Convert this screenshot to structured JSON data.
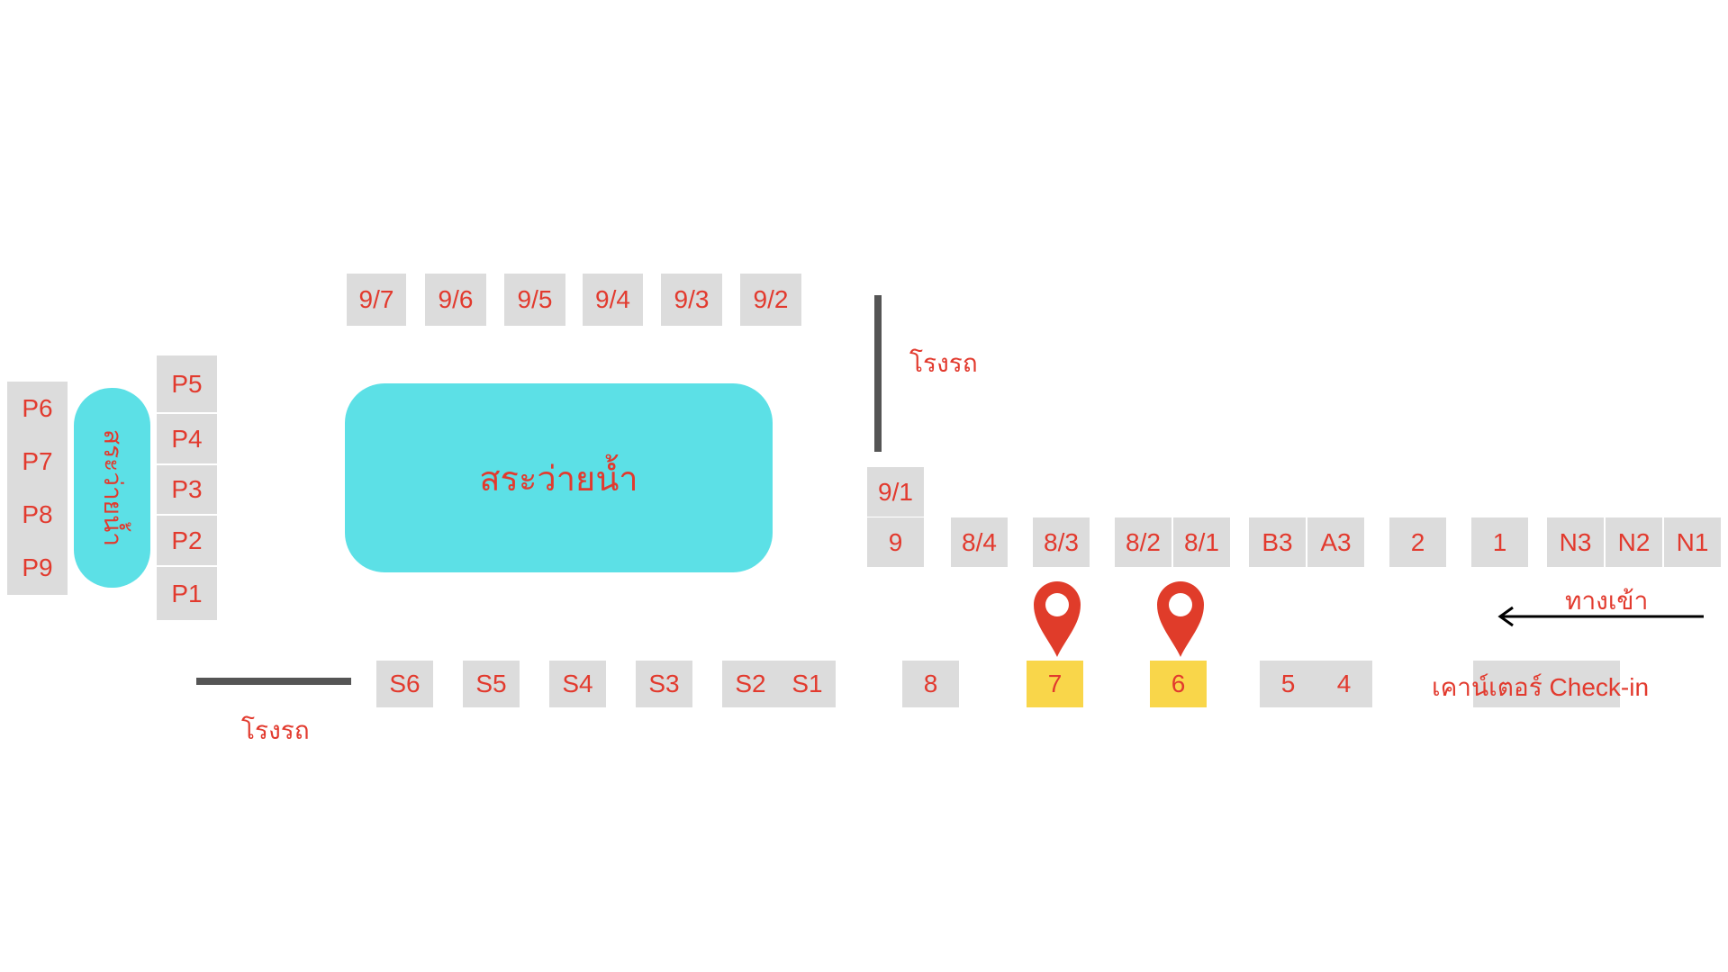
{
  "colors": {
    "unit": "#dcdcdc",
    "label": "#e23a2e",
    "pool": "#5ce0e6",
    "highlight": "#f9d64a",
    "pin": "#e03c2a",
    "wall": "#555555"
  },
  "pools": {
    "main": "สระว่ายน้ำ",
    "small": "สระว่ายน้ำ"
  },
  "labels": {
    "garage_top": "โรงรถ",
    "garage_bottom": "โรงรถ",
    "entrance": "ทางเข้า",
    "checkin": "เคาน์เตอร์ Check-in"
  },
  "units": {
    "u97": "9/7",
    "u96": "9/6",
    "u95": "9/5",
    "u94": "9/4",
    "u93": "9/3",
    "u92": "9/2",
    "p6": "P6",
    "p7": "P7",
    "p8": "P8",
    "p9": "P9",
    "p5": "P5",
    "p4": "P4",
    "p3": "P3",
    "p2": "P2",
    "p1": "P1",
    "u91": "9/1",
    "u9": "9",
    "u84": "8/4",
    "u83": "8/3",
    "u82": "8/2",
    "u81": "8/1",
    "b3": "B3",
    "a3": "A3",
    "u2": "2",
    "u1": "1",
    "n3": "N3",
    "n2": "N2",
    "n1": "N1",
    "s6": "S6",
    "s5": "S5",
    "s4": "S4",
    "s3": "S3",
    "s2": "S2",
    "s1": "S1",
    "u8": "8",
    "u7": "7",
    "u6": "6",
    "u5": "5",
    "u4": "4"
  },
  "markers": [
    {
      "target": "7",
      "icon": "map-pin-icon"
    },
    {
      "target": "6",
      "icon": "map-pin-icon"
    }
  ]
}
